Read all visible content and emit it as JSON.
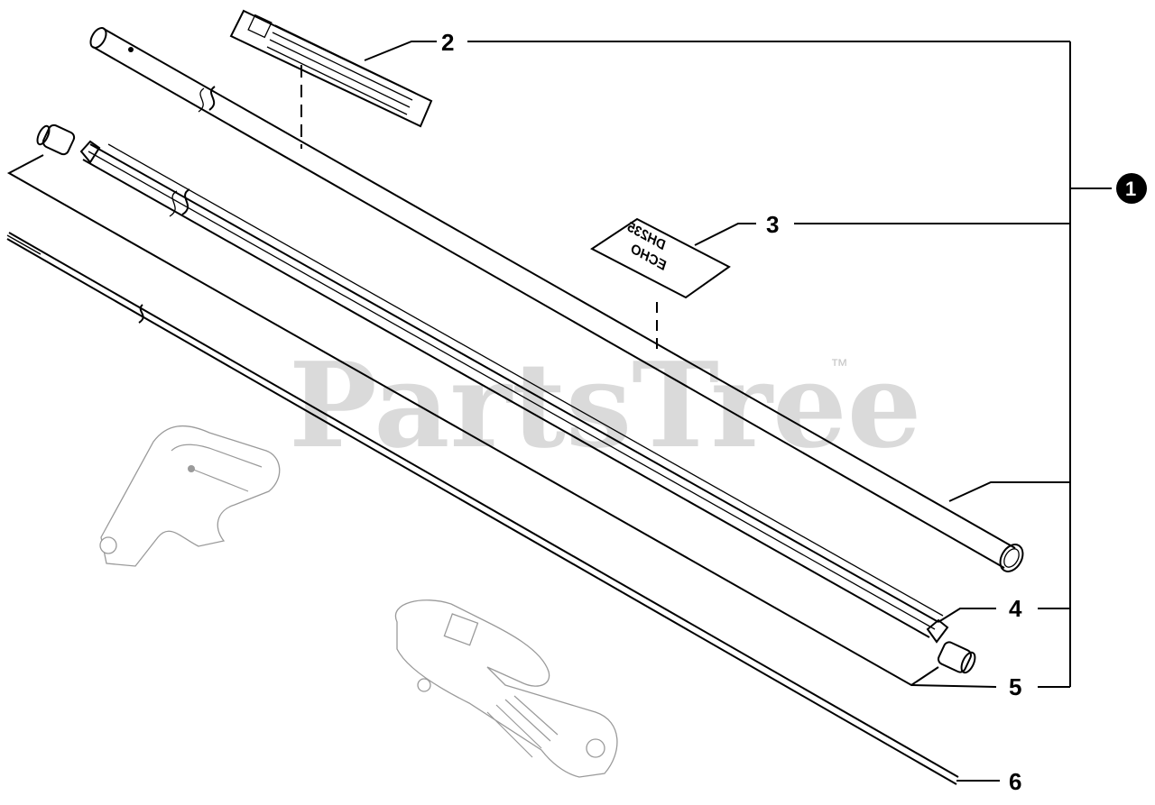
{
  "diagram": {
    "watermark": "PartsTree",
    "trademark": "™",
    "assembly_callout": "1",
    "callouts": {
      "c2": "2",
      "c3": "3",
      "c4": "4",
      "c5": "5",
      "c6": "6"
    },
    "decal_line_1": "DH235",
    "decal_line_2": "ECHO"
  },
  "colors": {
    "ink": "#000000",
    "watermark": "#d4d4d4",
    "ghost_parts": "#9a9a9a"
  }
}
